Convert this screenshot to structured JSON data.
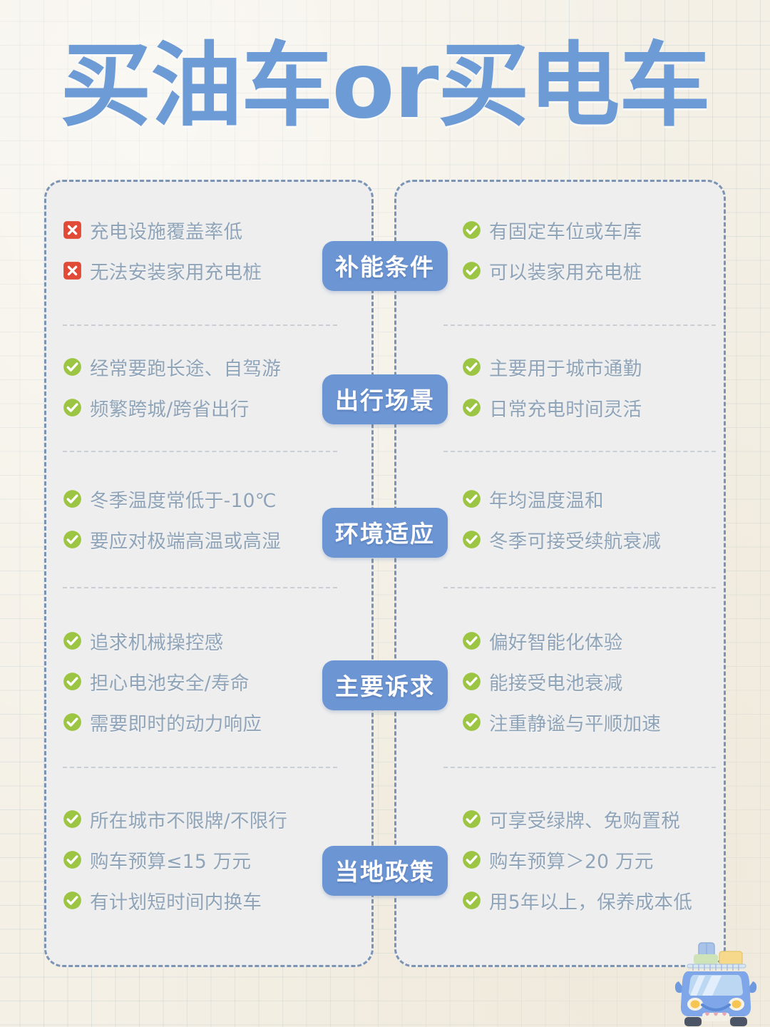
{
  "page": {
    "title": "买油车or买电车",
    "accent_blue": "#6c95d4",
    "text_color": "#8fa4b8",
    "panel_bg": "#eeeeee",
    "background": "#f4f0e6",
    "check_color": "#9dc544",
    "cross_color": "#e04a36"
  },
  "sections": [
    {
      "label": "补能条件",
      "left": [
        {
          "icon": "cross-icon",
          "text": "充电设施覆盖率低"
        },
        {
          "icon": "cross-icon",
          "text": "无法安装家用充电桩"
        }
      ],
      "right": [
        {
          "icon": "check-icon",
          "text": "有固定车位或车库"
        },
        {
          "icon": "check-icon",
          "text": "可以装家用充电桩"
        }
      ]
    },
    {
      "label": "出行场景",
      "left": [
        {
          "icon": "check-icon",
          "text": "经常要跑长途、自驾游"
        },
        {
          "icon": "check-icon",
          "text": "频繁跨城/跨省出行"
        }
      ],
      "right": [
        {
          "icon": "check-icon",
          "text": "主要用于城市通勤"
        },
        {
          "icon": "check-icon",
          "text": "日常充电时间灵活"
        }
      ]
    },
    {
      "label": "环境适应",
      "left": [
        {
          "icon": "check-icon",
          "text": "冬季温度常低于-10℃"
        },
        {
          "icon": "check-icon",
          "text": "要应对极端高温或高湿"
        }
      ],
      "right": [
        {
          "icon": "check-icon",
          "text": "年均温度温和"
        },
        {
          "icon": "check-icon",
          "text": "冬季可接受续航衰减"
        }
      ]
    },
    {
      "label": "主要诉求",
      "left": [
        {
          "icon": "check-icon",
          "text": "追求机械操控感"
        },
        {
          "icon": "check-icon",
          "text": "担心电池安全/寿命"
        },
        {
          "icon": "check-icon",
          "text": "需要即时的动力响应"
        }
      ],
      "right": [
        {
          "icon": "check-icon",
          "text": "偏好智能化体验"
        },
        {
          "icon": "check-icon",
          "text": "能接受电池衰减"
        },
        {
          "icon": "check-icon",
          "text": "注重静谧与平顺加速"
        }
      ]
    },
    {
      "label": "当地政策",
      "left": [
        {
          "icon": "check-icon",
          "text": "所在城市不限牌/不限行"
        },
        {
          "icon": "check-icon",
          "text": "购车预算≤15 万元"
        },
        {
          "icon": "check-icon",
          "text": "有计划短时间内换车"
        }
      ],
      "right": [
        {
          "icon": "check-icon",
          "text": "可享受绿牌、免购置税"
        },
        {
          "icon": "check-icon",
          "text": "购车预算＞20 万元"
        },
        {
          "icon": "check-icon",
          "text": "用5年以上，保养成本低"
        }
      ]
    }
  ],
  "decoration": {
    "car_icon": "car-with-luggage-icon"
  }
}
